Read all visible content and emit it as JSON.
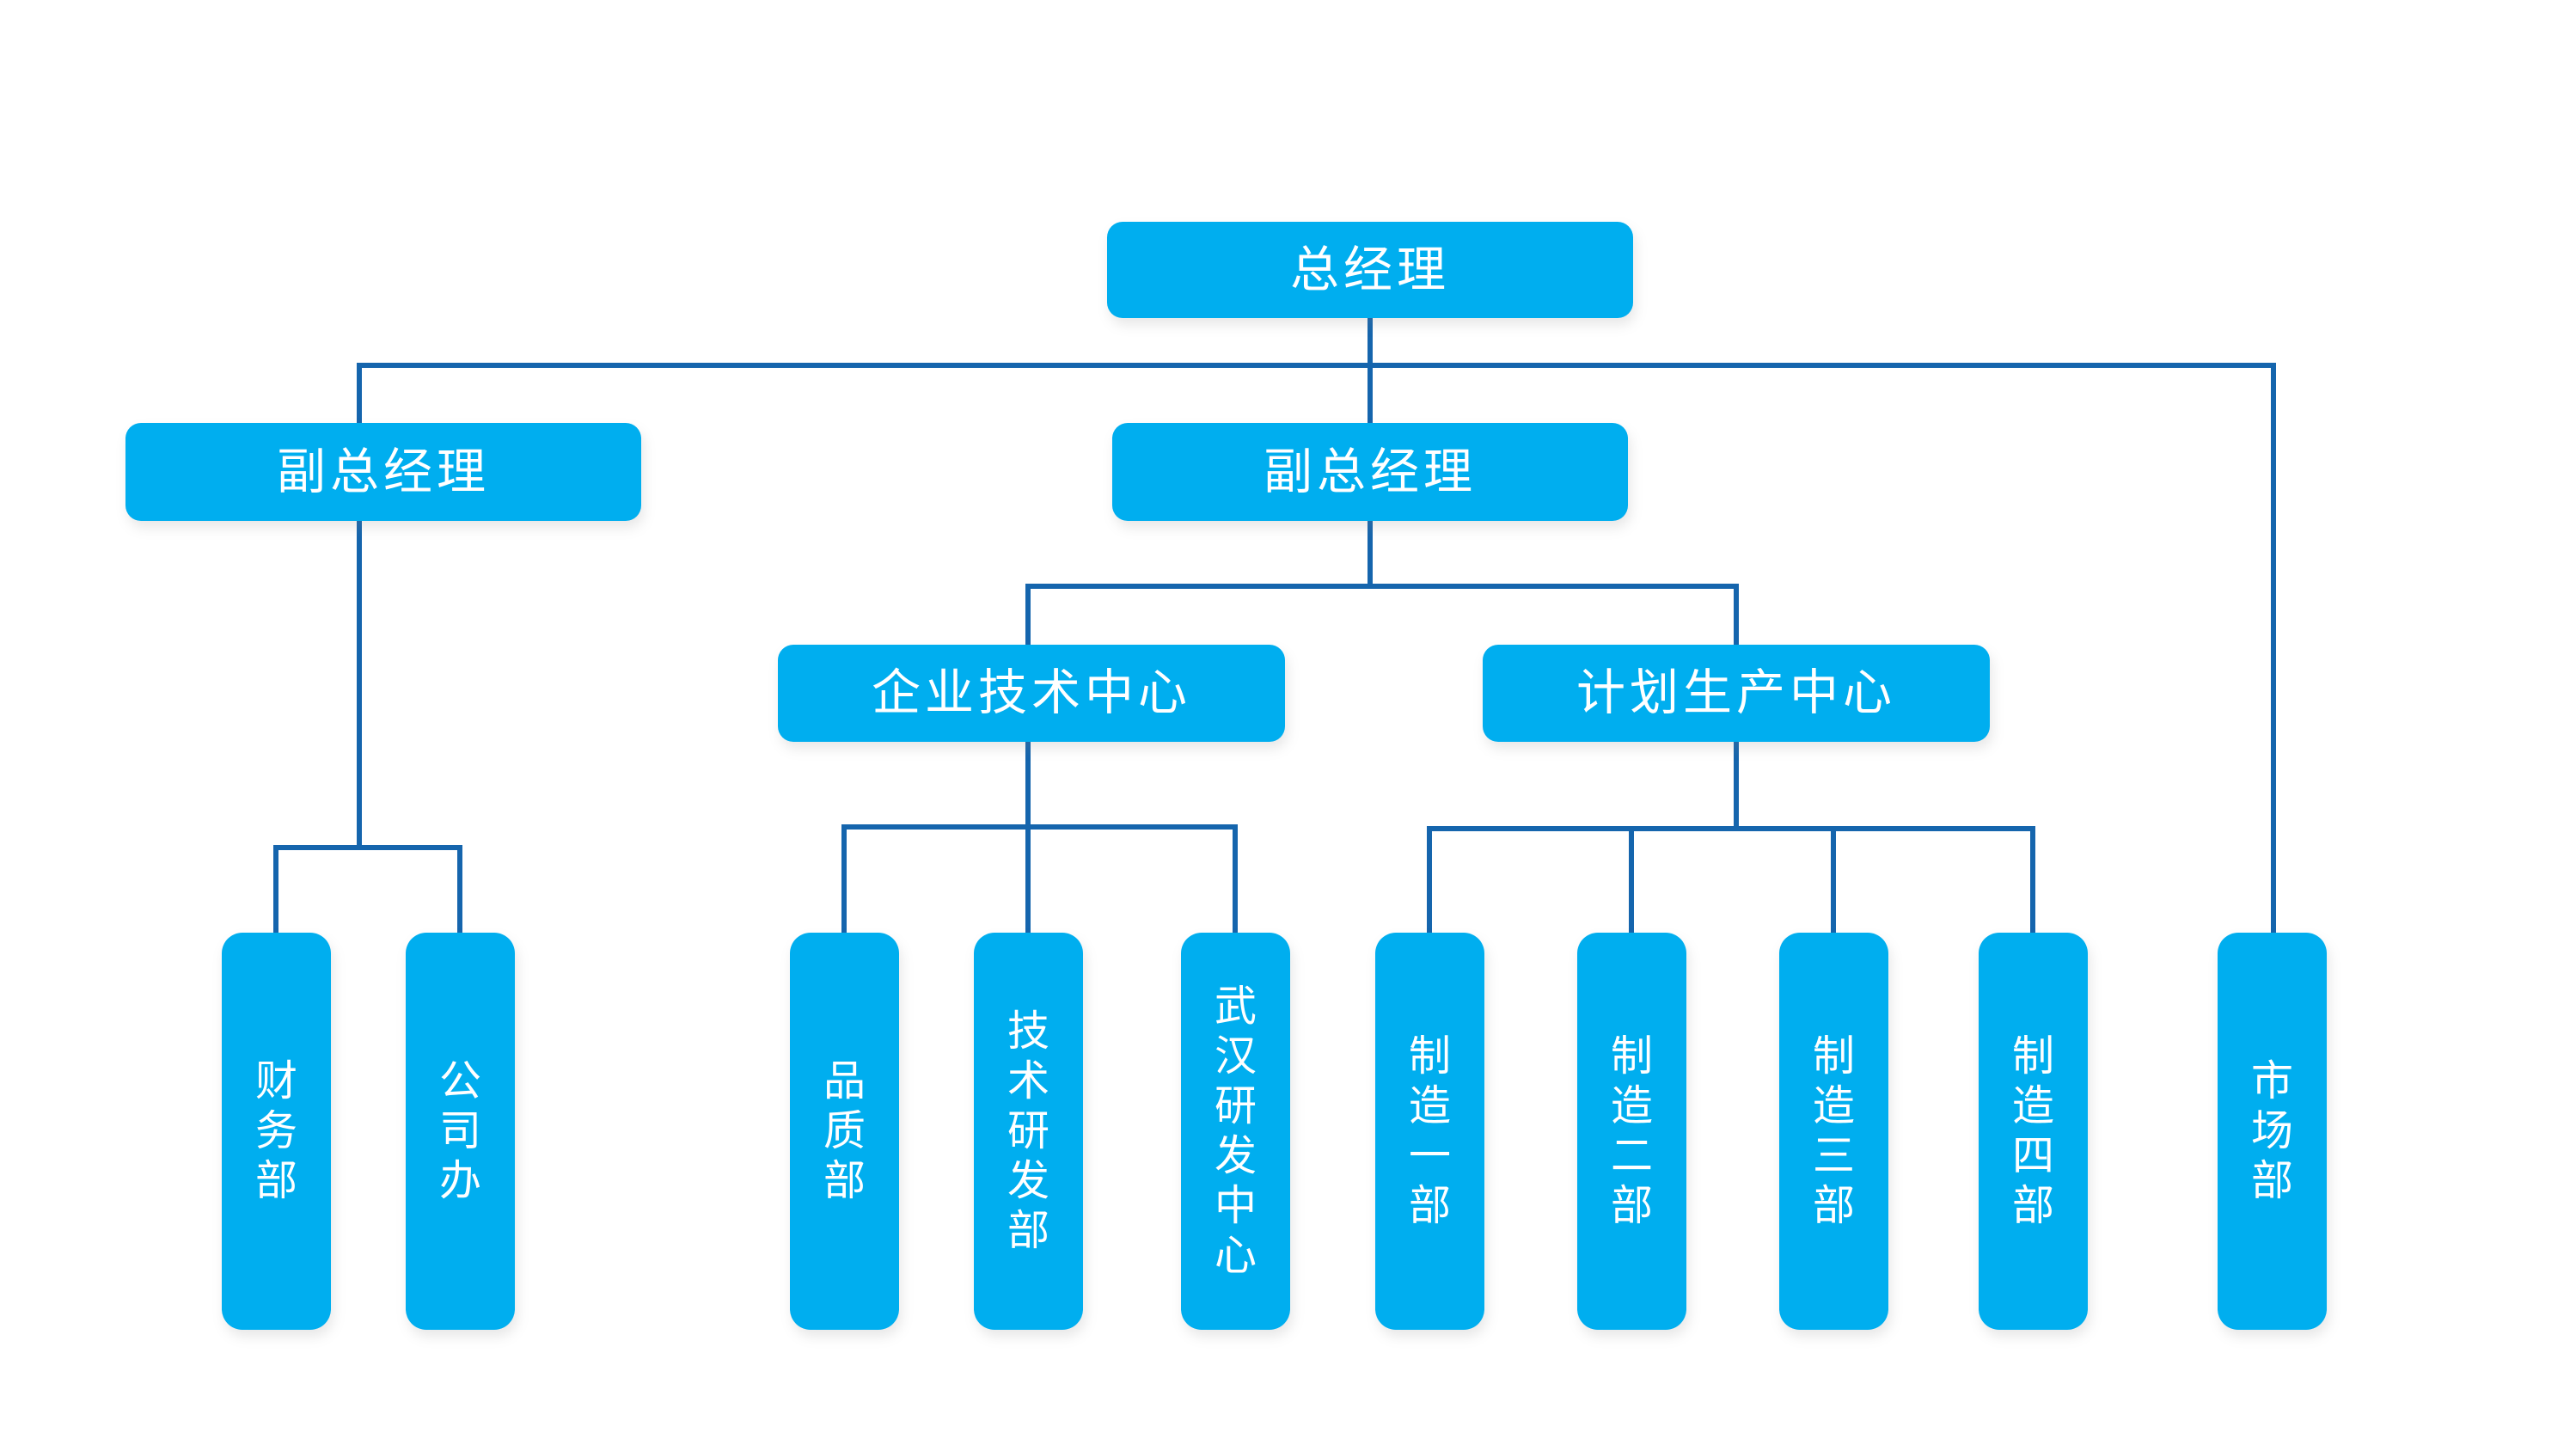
{
  "colors": {
    "node_fill": "#00aeef",
    "connector_line": "#1565ad",
    "node_text": "#ffffff"
  },
  "nodes": {
    "general_manager": {
      "label": "总经理"
    },
    "deputy_gm_left": {
      "label": "副总经理"
    },
    "deputy_gm_center": {
      "label": "副总经理"
    },
    "enterprise_tech_center": {
      "label": "企业技术中心"
    },
    "planning_production_center": {
      "label": "计划生产中心"
    },
    "finance_dept": {
      "label": "财务部"
    },
    "company_office": {
      "label": "公司办"
    },
    "quality_dept": {
      "label": "品质部"
    },
    "tech_rd_dept": {
      "label": "技术研发部"
    },
    "wuhan_rd_center": {
      "label": "武汉研发中心"
    },
    "manufacturing_dept_1": {
      "label": "制造一部"
    },
    "manufacturing_dept_2": {
      "label": "制造二部"
    },
    "manufacturing_dept_3": {
      "label": "制造三部"
    },
    "manufacturing_dept_4": {
      "label": "制造四部"
    },
    "marketing_dept": {
      "label": "市场部"
    }
  },
  "structure": {
    "general_manager_children": [
      "deputy_gm_left",
      "deputy_gm_center",
      "marketing_dept"
    ],
    "deputy_gm_left_children": [
      "finance_dept",
      "company_office"
    ],
    "deputy_gm_center_children": [
      "enterprise_tech_center",
      "planning_production_center"
    ],
    "enterprise_tech_center_children": [
      "quality_dept",
      "tech_rd_dept",
      "wuhan_rd_center"
    ],
    "planning_production_center_children": [
      "manufacturing_dept_1",
      "manufacturing_dept_2",
      "manufacturing_dept_3",
      "manufacturing_dept_4"
    ]
  }
}
